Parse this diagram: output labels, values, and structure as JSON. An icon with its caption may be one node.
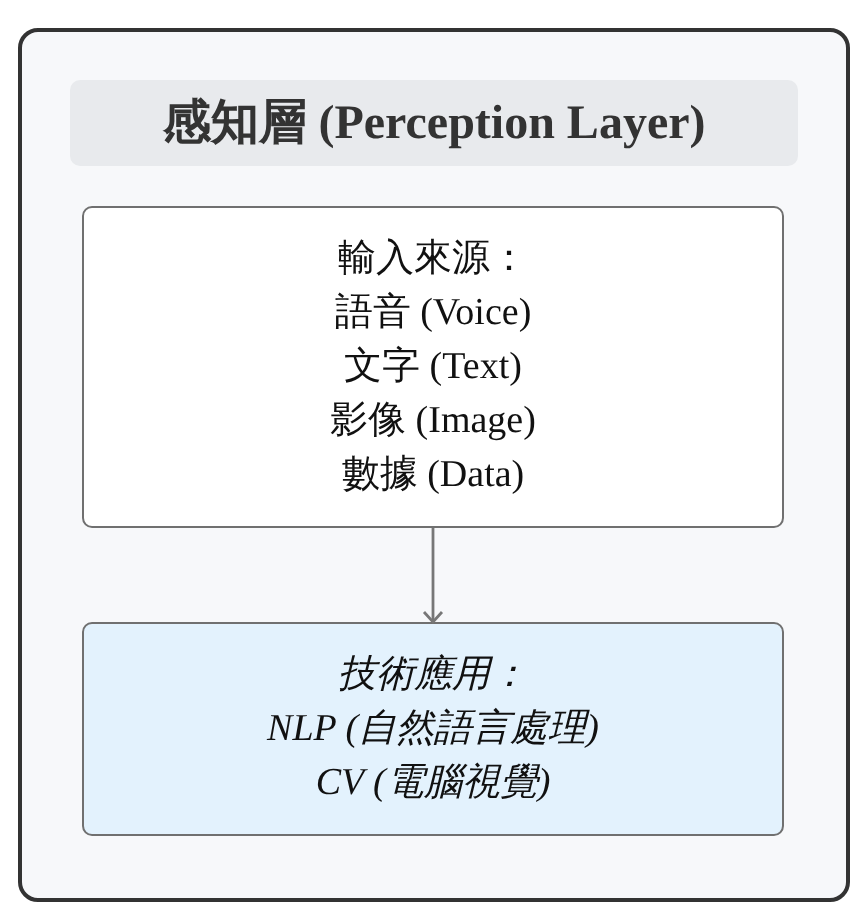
{
  "diagram": {
    "nodes": [
      {
        "text": [],
        "shape": "box"
      },
      {
        "text": [
          "感知層 (Perception Layer)"
        ],
        "in": 0
      },
      {
        "text": [
          "輸入來源：",
          "語音 (Voice)",
          "文字 (Text)",
          "影像 (Image)",
          "數據 (Data)"
        ],
        "in": 0
      },
      {
        "text": [
          "技術應用：",
          "NLP (自然語言處理)",
          "CV (電腦視覺)"
        ],
        "in": 0
      }
    ],
    "edges": [
      {
        "from": 2,
        "to": 3,
        "arrow": "to"
      }
    ]
  }
}
